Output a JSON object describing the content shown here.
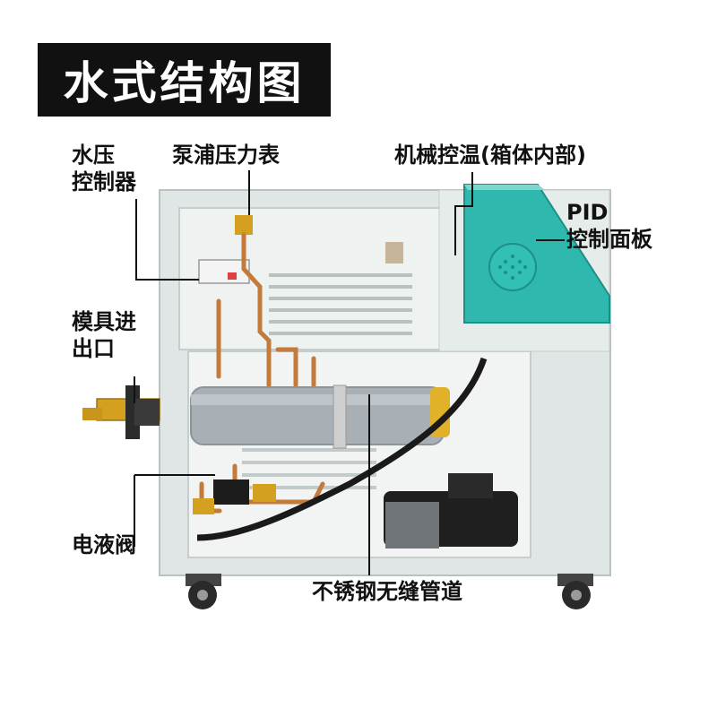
{
  "title": "水式结构图",
  "labels": {
    "water_pressure_controller": [
      "水压",
      "控制器"
    ],
    "pump_pressure_gauge": "泵浦压力表",
    "mechanical_temp_control": "机械控温(箱体内部)",
    "pid_panel": [
      "PID",
      "控制面板"
    ],
    "mold_inlet_outlet": [
      "模具进",
      "出口"
    ],
    "solenoid_valve": "电液阀",
    "stainless_pipe": "不锈钢无缝管道"
  },
  "colors": {
    "title_bg": "#111111",
    "title_text": "#ffffff",
    "cabinet": "#dfe6e5",
    "panel": "#2fb8ad",
    "copper": "#c47a3a",
    "tank": "#a9b0b5",
    "brass": "#d4a020"
  },
  "icons": [
    "speaker-grille-icon",
    "wheel-icon"
  ]
}
